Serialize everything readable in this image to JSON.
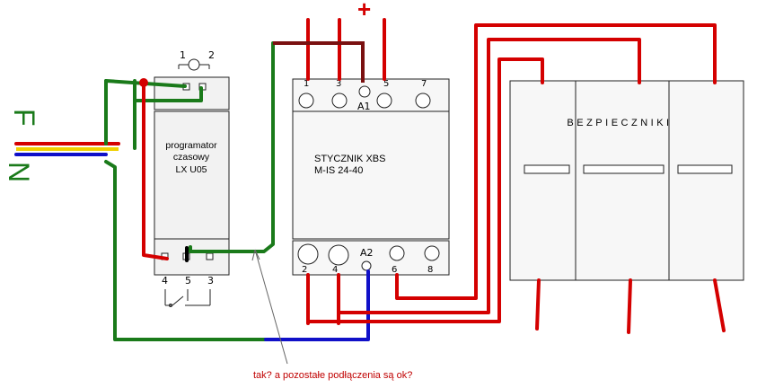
{
  "supply": {
    "live_label": "F",
    "neutral_label": "N",
    "plus_label": "+"
  },
  "timer": {
    "top_terminals": [
      "1",
      "2"
    ],
    "bottom_terminals": [
      "4",
      "5",
      "3"
    ],
    "name_lines": [
      "programator",
      "czasowy",
      "LX U05"
    ]
  },
  "contactor": {
    "top_terminals": [
      "1",
      "3",
      "5",
      "7"
    ],
    "coil_top": "A1",
    "coil_bottom": "A2",
    "bottom_terminals": [
      "2",
      "4",
      "6",
      "8"
    ],
    "name_lines": [
      "STYCZNIK XBS",
      "M-IS 24-40"
    ]
  },
  "fuses": {
    "title": "BEZPIECZNIKI"
  },
  "question": "tak?  a pozostałe podłączenia są ok?",
  "colors": {
    "live": "#d40000",
    "neutral": "#1010c8",
    "earth": "#1a7a1a",
    "yellow": "#f0d000",
    "annotation": "#c00000"
  }
}
